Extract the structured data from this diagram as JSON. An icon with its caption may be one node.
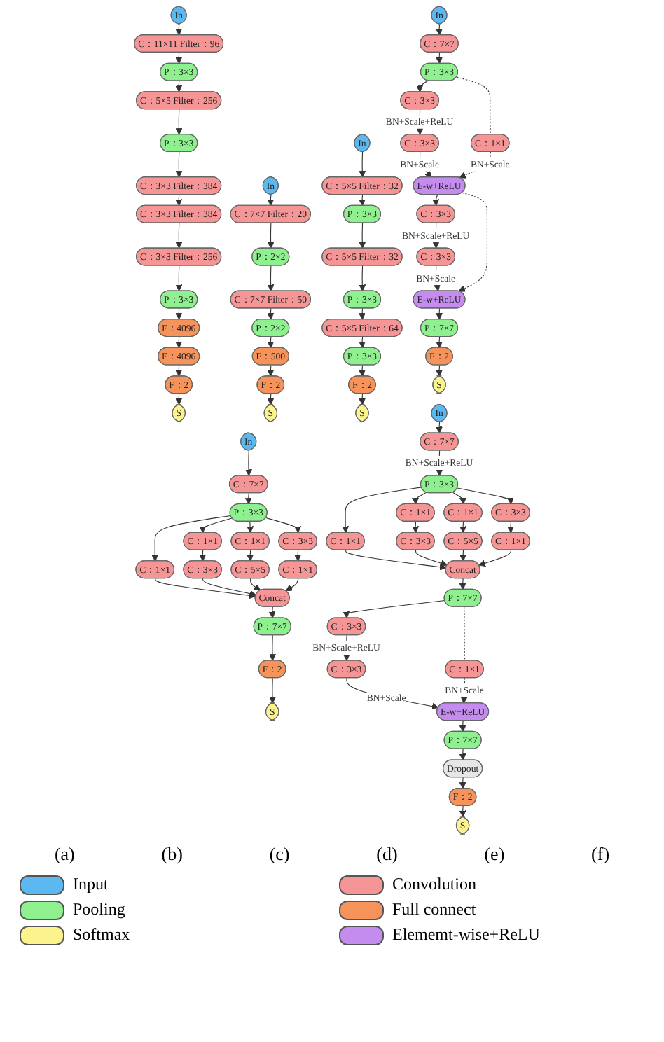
{
  "diagram": {
    "nodes": [
      {
        "text": [
          "In"
        ]
      },
      {
        "text": [
          "C：11×11 Filter：96"
        ]
      },
      {
        "text": [
          "P：3×3"
        ]
      },
      {
        "text": [
          "C：5×5 Filter：256"
        ]
      },
      {
        "text": [
          "P：3×3"
        ]
      },
      {
        "text": [
          "C：3×3 Filter：384"
        ]
      },
      {
        "text": [
          "C：3×3 Filter：384"
        ]
      },
      {
        "text": [
          "C：3×3 Filter：256"
        ]
      },
      {
        "text": [
          "P：3×3"
        ]
      },
      {
        "text": [
          "F：4096"
        ]
      },
      {
        "text": [
          "F：4096"
        ]
      },
      {
        "text": [
          "F：2"
        ]
      },
      {
        "text": [
          "S"
        ]
      },
      {
        "text": [
          "In"
        ]
      },
      {
        "text": [
          "C：7×7 Filter：20"
        ]
      },
      {
        "text": [
          "P：2×2"
        ]
      },
      {
        "text": [
          "C：7×7 Filter：50"
        ]
      },
      {
        "text": [
          "P：2×2"
        ]
      },
      {
        "text": [
          "F：500"
        ]
      },
      {
        "text": [
          "F：2"
        ]
      },
      {
        "text": [
          "S"
        ]
      },
      {
        "text": [
          "In"
        ]
      },
      {
        "text": [
          "C：5×5 Filter：32"
        ]
      },
      {
        "text": [
          "P：3×3"
        ]
      },
      {
        "text": [
          "C：5×5 Filter：32"
        ]
      },
      {
        "text": [
          "P：3×3"
        ]
      },
      {
        "text": [
          "C：5×5 Filter：64"
        ]
      },
      {
        "text": [
          "P：3×3"
        ]
      },
      {
        "text": [
          "F：2"
        ]
      },
      {
        "text": [
          "S"
        ]
      },
      {
        "text": [
          "In"
        ]
      },
      {
        "text": [
          "C：7×7"
        ]
      },
      {
        "text": [
          "P：3×3"
        ]
      },
      {
        "text": [
          "C：1×1"
        ]
      },
      {
        "text": [
          "C：3×3"
        ]
      },
      {
        "text": [
          "C：3×3"
        ]
      },
      {
        "text": [
          "E-w+ReLU"
        ]
      },
      {
        "text": [
          "C：3×3"
        ]
      },
      {
        "text": [
          "C：3×3"
        ]
      },
      {
        "text": [
          "E-w+ReLU"
        ]
      },
      {
        "text": [
          "P：7×7"
        ]
      },
      {
        "text": [
          "F：2"
        ]
      },
      {
        "text": [
          "S"
        ]
      },
      {
        "text": [
          "In"
        ]
      },
      {
        "text": [
          "C：7×7"
        ]
      },
      {
        "text": [
          "P：3×3"
        ]
      },
      {
        "text": [
          "C：1×1"
        ]
      },
      {
        "text": [
          "C：1×1"
        ]
      },
      {
        "text": [
          "C：1×1"
        ]
      },
      {
        "text": [
          "C：3×3"
        ]
      },
      {
        "text": [
          "C：3×3"
        ]
      },
      {
        "text": [
          "C：5×5"
        ]
      },
      {
        "text": [
          "C：1×1"
        ]
      },
      {
        "text": [
          "Concat"
        ]
      },
      {
        "text": [
          "P：7×7"
        ]
      },
      {
        "text": [
          "F：2"
        ]
      },
      {
        "text": [
          "S"
        ]
      },
      {
        "text": [
          "In"
        ]
      },
      {
        "text": [
          "C：7×7"
        ]
      },
      {
        "text": [
          "P：3×3"
        ]
      },
      {
        "text": [
          "C：1×1"
        ]
      },
      {
        "text": [
          "C：1×1"
        ]
      },
      {
        "text": [
          "C：1×1"
        ]
      },
      {
        "text": [
          "C：3×3"
        ]
      },
      {
        "text": [
          "C：3×3"
        ]
      },
      {
        "text": [
          "C：5×5"
        ]
      },
      {
        "text": [
          "C：1×1"
        ]
      },
      {
        "text": [
          "Concat"
        ]
      },
      {
        "text": [
          "P：7×7"
        ]
      },
      {
        "text": [
          "C：1×1"
        ]
      },
      {
        "text": [
          "C：3×3"
        ]
      },
      {
        "text": [
          "C：3×3"
        ]
      },
      {
        "text": [
          "E-w+ReLU"
        ]
      },
      {
        "text": [
          "P：7×7"
        ]
      },
      {
        "text": [
          "Dropout"
        ]
      },
      {
        "text": [
          "F：2"
        ]
      },
      {
        "text": [
          "S"
        ]
      }
    ],
    "edges": [
      {
        "from": 0,
        "to": 1,
        "arrow": "to"
      },
      {
        "from": 1,
        "to": 2,
        "arrow": "to"
      },
      {
        "from": 2,
        "to": 3,
        "arrow": "to"
      },
      {
        "from": 3,
        "to": 4,
        "arrow": "to"
      },
      {
        "from": 4,
        "to": 5,
        "arrow": "to"
      },
      {
        "from": 5,
        "to": 6,
        "arrow": "to"
      },
      {
        "from": 6,
        "to": 7,
        "arrow": "to"
      },
      {
        "from": 7,
        "to": 8,
        "arrow": "to"
      },
      {
        "from": 8,
        "to": 9,
        "arrow": "to"
      },
      {
        "from": 9,
        "to": 10,
        "arrow": "to"
      },
      {
        "from": 10,
        "to": 11,
        "arrow": "to"
      },
      {
        "from": 11,
        "to": 12,
        "arrow": "to"
      },
      {
        "from": 13,
        "to": 14,
        "arrow": "to"
      },
      {
        "from": 14,
        "to": 15,
        "arrow": "to"
      },
      {
        "from": 15,
        "to": 16,
        "arrow": "to"
      },
      {
        "from": 16,
        "to": 17,
        "arrow": "to"
      },
      {
        "from": 17,
        "to": 18,
        "arrow": "to"
      },
      {
        "from": 18,
        "to": 19,
        "arrow": "to"
      },
      {
        "from": 19,
        "to": 20,
        "arrow": "to"
      },
      {
        "from": 21,
        "to": 22,
        "arrow": "to"
      },
      {
        "from": 22,
        "to": 23,
        "arrow": "to"
      },
      {
        "from": 23,
        "to": 24,
        "arrow": "to"
      },
      {
        "from": 24,
        "to": 25,
        "arrow": "to"
      },
      {
        "from": 25,
        "to": 26,
        "arrow": "to"
      },
      {
        "from": 26,
        "to": 27,
        "arrow": "to"
      },
      {
        "from": 27,
        "to": 28,
        "arrow": "to"
      },
      {
        "from": 28,
        "to": 29,
        "arrow": "to"
      },
      {
        "from": 30,
        "to": 31,
        "arrow": "to"
      },
      {
        "from": 31,
        "to": 32,
        "arrow": "to"
      },
      {
        "from": 32,
        "to": 34,
        "arrow": "to"
      },
      {
        "from": 34,
        "to": 35,
        "arrow": "to",
        "label": "BN+Scale+ReLU"
      },
      {
        "from": 35,
        "to": 36,
        "arrow": "to",
        "label": "BN+Scale"
      },
      {
        "from": 32,
        "to": 33,
        "arrow": "none",
        "style": "dashed"
      },
      {
        "from": 33,
        "to": 36,
        "arrow": "to",
        "style": "dashed",
        "label": "BN+Scale"
      },
      {
        "from": 36,
        "to": 37,
        "arrow": "to"
      },
      {
        "from": 37,
        "to": 38,
        "arrow": "to",
        "label": "BN+Scale+ReLU"
      },
      {
        "from": 38,
        "to": 39,
        "arrow": "to",
        "label": "BN+Scale"
      },
      {
        "from": 36,
        "to": 39,
        "arrow": "to",
        "style": "dashed"
      },
      {
        "from": 39,
        "to": 40,
        "arrow": "to"
      },
      {
        "from": 40,
        "to": 41,
        "arrow": "to"
      },
      {
        "from": 41,
        "to": 42,
        "arrow": "to"
      },
      {
        "from": 43,
        "to": 44,
        "arrow": "to"
      },
      {
        "from": 44,
        "to": 45,
        "arrow": "to"
      },
      {
        "from": 45,
        "to": 46,
        "arrow": "to"
      },
      {
        "from": 45,
        "to": 47,
        "arrow": "to"
      },
      {
        "from": 45,
        "to": 48,
        "arrow": "to"
      },
      {
        "from": 45,
        "to": 49,
        "arrow": "to"
      },
      {
        "from": 47,
        "to": 50,
        "arrow": "to"
      },
      {
        "from": 48,
        "to": 51,
        "arrow": "to"
      },
      {
        "from": 49,
        "to": 52,
        "arrow": "to"
      },
      {
        "from": 46,
        "to": 53,
        "arrow": "to"
      },
      {
        "from": 50,
        "to": 53,
        "arrow": "to"
      },
      {
        "from": 51,
        "to": 53,
        "arrow": "to"
      },
      {
        "from": 52,
        "to": 53,
        "arrow": "to"
      },
      {
        "from": 53,
        "to": 54,
        "arrow": "to"
      },
      {
        "from": 54,
        "to": 55,
        "arrow": "to"
      },
      {
        "from": 55,
        "to": 56,
        "arrow": "to"
      },
      {
        "from": 57,
        "to": 58,
        "arrow": "to"
      },
      {
        "from": 58,
        "to": 59,
        "arrow": "to",
        "label": "BN+Scale+ReLU"
      },
      {
        "from": 59,
        "to": 60,
        "arrow": "to"
      },
      {
        "from": 59,
        "to": 61,
        "arrow": "to"
      },
      {
        "from": 59,
        "to": 62,
        "arrow": "to"
      },
      {
        "from": 59,
        "to": 63,
        "arrow": "to"
      },
      {
        "from": 61,
        "to": 64,
        "arrow": "to"
      },
      {
        "from": 62,
        "to": 65,
        "arrow": "to"
      },
      {
        "from": 63,
        "to": 66,
        "arrow": "to"
      },
      {
        "from": 60,
        "to": 67,
        "arrow": "to"
      },
      {
        "from": 64,
        "to": 67,
        "arrow": "to"
      },
      {
        "from": 65,
        "to": 67,
        "arrow": "to"
      },
      {
        "from": 66,
        "to": 67,
        "arrow": "to"
      },
      {
        "from": 67,
        "to": 68,
        "arrow": "to"
      },
      {
        "from": 68,
        "to": 70,
        "arrow": "to"
      },
      {
        "from": 70,
        "to": 71,
        "arrow": "to",
        "label": "BN+Scale+ReLU"
      },
      {
        "from": 71,
        "to": 72,
        "arrow": "to",
        "label": "BN+Scale"
      },
      {
        "from": 68,
        "to": 69,
        "arrow": "none",
        "style": "dashed"
      },
      {
        "from": 69,
        "to": 72,
        "arrow": "to",
        "style": "dashed",
        "label": "BN+Scale"
      },
      {
        "from": 72,
        "to": 73,
        "arrow": "to"
      },
      {
        "from": 73,
        "to": 74,
        "arrow": "to"
      },
      {
        "from": 74,
        "to": 75,
        "arrow": "to"
      },
      {
        "from": 75,
        "to": 76,
        "arrow": "to"
      }
    ],
    "labels": [
      "(a)",
      "(b)",
      "(c)",
      "(d)",
      "(e)",
      "(f)"
    ],
    "legend": [
      {
        "text": "Input",
        "color": "#5bb8f0"
      },
      {
        "text": "Convolution",
        "color": "#f59595"
      },
      {
        "text": "Pooling",
        "color": "#8ef08e"
      },
      {
        "text": "Full connect",
        "color": "#f5935a"
      },
      {
        "text": "Softmax",
        "color": "#fbf38c"
      },
      {
        "text": "Elememt-wise+ReLU",
        "color": "#c58cf0"
      }
    ]
  }
}
